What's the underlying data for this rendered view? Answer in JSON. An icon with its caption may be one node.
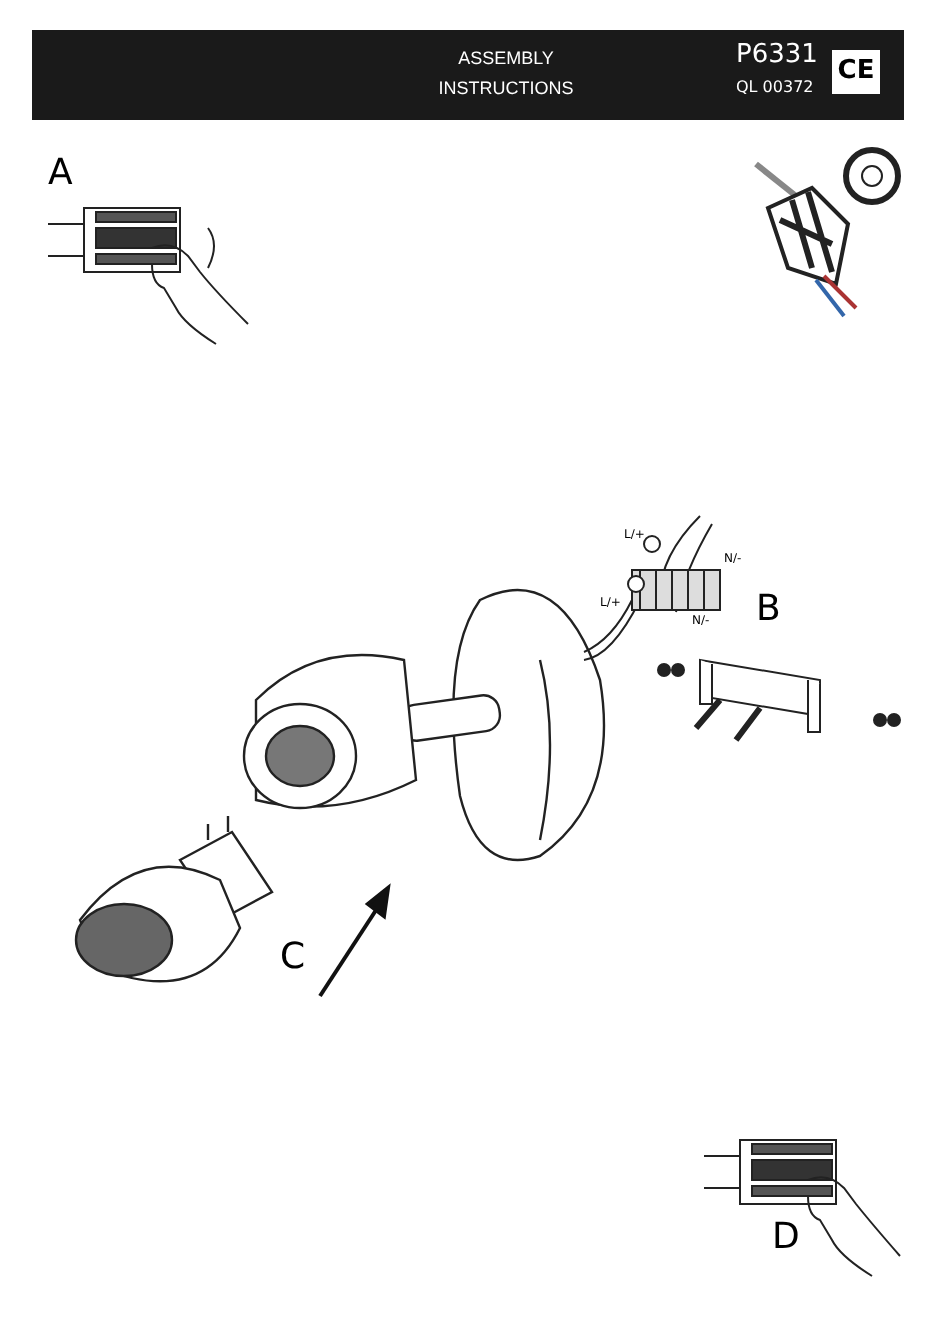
{
  "diagram": {
    "title": "ASSEMBLY INSTRUCTIONS",
    "labels": [
      "P6331",
      "QL 00372",
      "CE",
      "A",
      "L/+",
      "N/-",
      "L/+",
      "N/-",
      "B",
      "C",
      "D"
    ]
  }
}
